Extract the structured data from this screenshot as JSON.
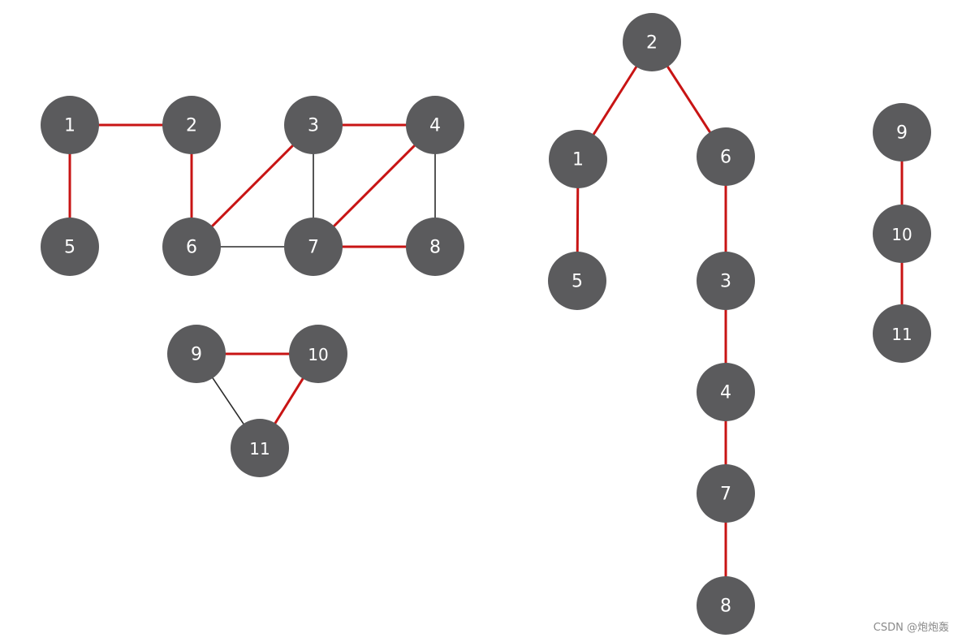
{
  "graph": {
    "nodes": [
      {
        "id": "g1_1",
        "label": "1"
      },
      {
        "id": "g1_2",
        "label": "2"
      },
      {
        "id": "g1_3",
        "label": "3"
      },
      {
        "id": "g1_4",
        "label": "4"
      },
      {
        "id": "g1_5",
        "label": "5"
      },
      {
        "id": "g1_6",
        "label": "6"
      },
      {
        "id": "g1_7",
        "label": "7"
      },
      {
        "id": "g1_8",
        "label": "8"
      },
      {
        "id": "g1_9",
        "label": "9"
      },
      {
        "id": "g1_10",
        "label": "10"
      },
      {
        "id": "g1_11",
        "label": "11"
      }
    ],
    "edges": [
      {
        "from": "g1_1",
        "to": "g1_2",
        "color": "#c81414"
      },
      {
        "from": "g1_1",
        "to": "g1_5",
        "color": "#c81414"
      },
      {
        "from": "g1_2",
        "to": "g1_6",
        "color": "#c81414"
      },
      {
        "from": "g1_3",
        "to": "g1_4",
        "color": "#c81414"
      },
      {
        "from": "g1_3",
        "to": "g1_6",
        "color": "#c81414"
      },
      {
        "from": "g1_3",
        "to": "g1_7",
        "color": "#2b2b2b"
      },
      {
        "from": "g1_4",
        "to": "g1_7",
        "color": "#c81414"
      },
      {
        "from": "g1_4",
        "to": "g1_8",
        "color": "#2b2b2b"
      },
      {
        "from": "g1_6",
        "to": "g1_7",
        "color": "#2b2b2b"
      },
      {
        "from": "g1_7",
        "to": "g1_8",
        "color": "#c81414"
      },
      {
        "from": "g1_9",
        "to": "g1_10",
        "color": "#c81414"
      },
      {
        "from": "g1_9",
        "to": "g1_11",
        "color": "#2b2b2b"
      },
      {
        "from": "g1_10",
        "to": "g1_11",
        "color": "#c81414"
      }
    ]
  },
  "tree_a": {
    "nodes": [
      {
        "id": "t1_2",
        "label": "2"
      },
      {
        "id": "t1_1",
        "label": "1"
      },
      {
        "id": "t1_6",
        "label": "6"
      },
      {
        "id": "t1_5",
        "label": "5"
      },
      {
        "id": "t1_3",
        "label": "3"
      },
      {
        "id": "t1_4",
        "label": "4"
      },
      {
        "id": "t1_7",
        "label": "7"
      },
      {
        "id": "t1_8",
        "label": "8"
      }
    ],
    "edges": [
      {
        "from": "t1_2",
        "to": "t1_1",
        "color": "#c81414"
      },
      {
        "from": "t1_2",
        "to": "t1_6",
        "color": "#c81414"
      },
      {
        "from": "t1_1",
        "to": "t1_5",
        "color": "#c81414"
      },
      {
        "from": "t1_6",
        "to": "t1_3",
        "color": "#c81414"
      },
      {
        "from": "t1_3",
        "to": "t1_4",
        "color": "#c81414"
      },
      {
        "from": "t1_4",
        "to": "t1_7",
        "color": "#c81414"
      },
      {
        "from": "t1_7",
        "to": "t1_8",
        "color": "#c81414"
      }
    ]
  },
  "tree_b": {
    "nodes": [
      {
        "id": "t2_9",
        "label": "9"
      },
      {
        "id": "t2_10",
        "label": "10"
      },
      {
        "id": "t2_11",
        "label": "11"
      }
    ],
    "edges": [
      {
        "from": "t2_9",
        "to": "t2_10",
        "color": "#c81414"
      },
      {
        "from": "t2_10",
        "to": "t2_11",
        "color": "#c81414"
      }
    ]
  },
  "colors": {
    "node_fill": "#5b5b5d",
    "node_text": "#ffffff",
    "tree_edge": "#c81414",
    "non_tree_edge": "#2b2b2b"
  },
  "watermark": "CSDN @炮炮轰"
}
